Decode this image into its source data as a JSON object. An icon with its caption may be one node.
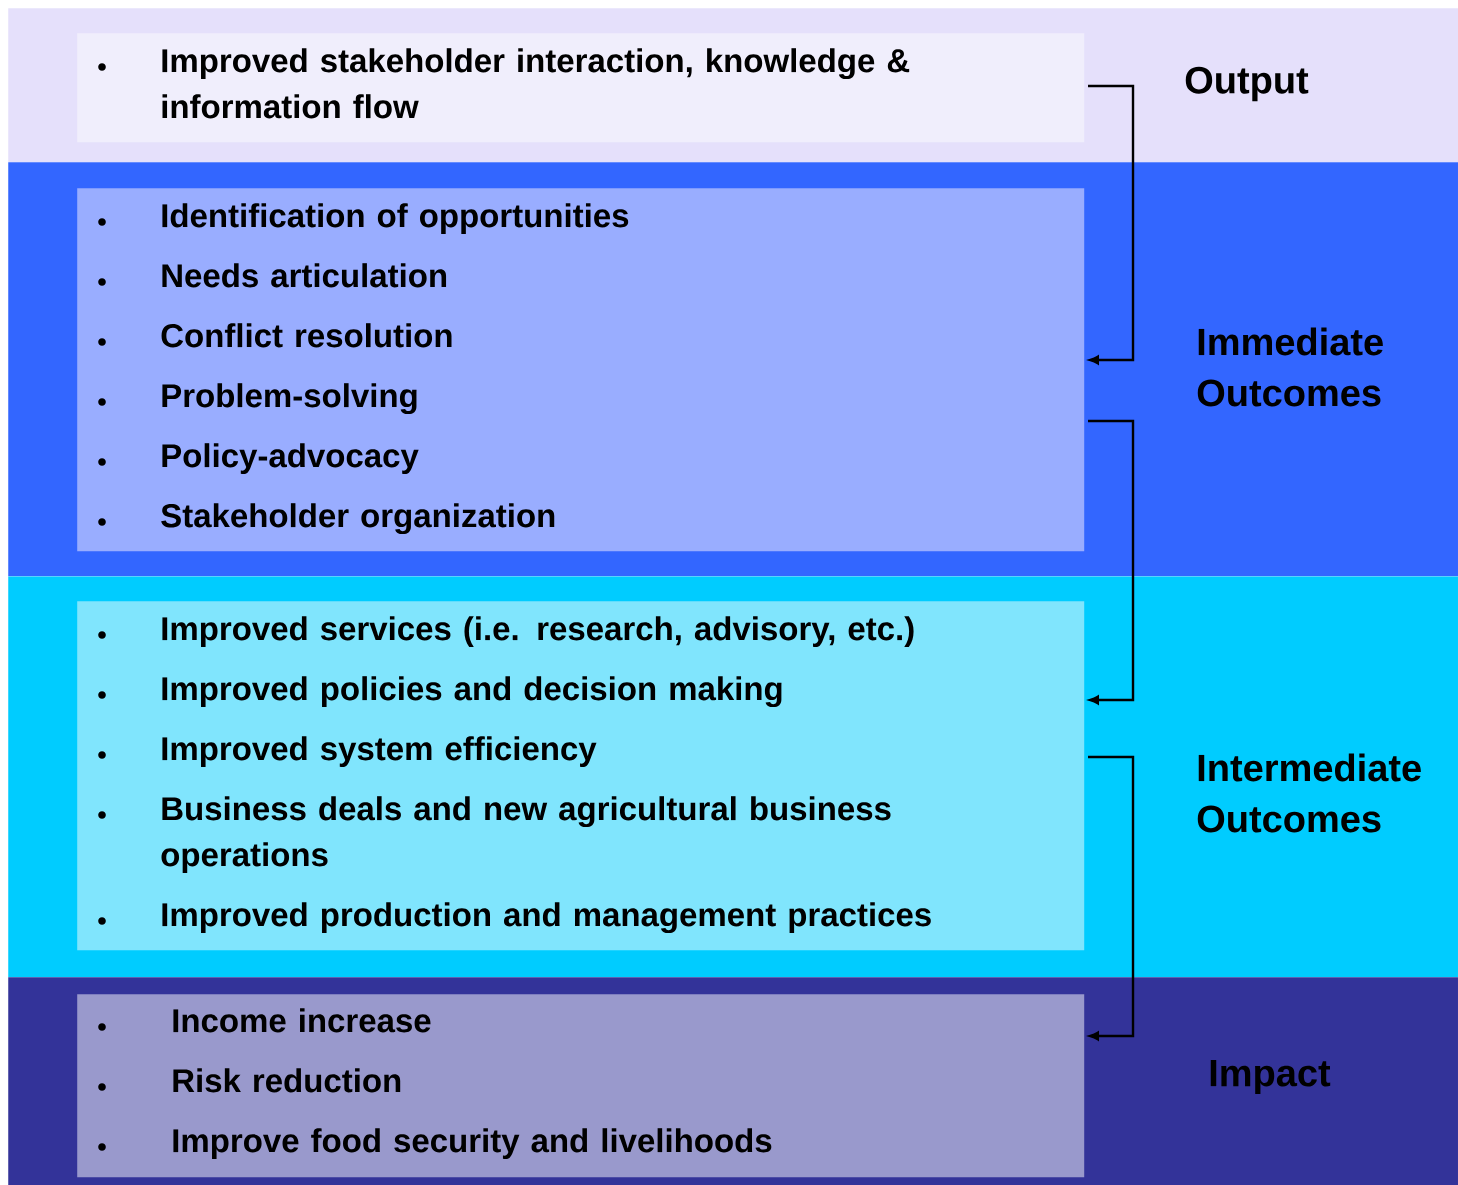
{
  "diagram": {
    "nodes": [
      {
        "text": [
          "Output"
        ]
      },
      {
        "text": [
          "Improved stakeholder interaction, knowledge & information flow"
        ],
        "in": 0
      },
      {
        "text": [
          "Immediate Outcomes"
        ]
      },
      {
        "text": [
          "Identification of opportunities",
          "Needs articulation",
          "Conflict resolution",
          "Problem-solving",
          "Policy-advocacy",
          "Stakeholder organization"
        ],
        "in": 2
      },
      {
        "text": [
          "Intermediate Outcomes"
        ]
      },
      {
        "text": [
          "Improved services (i.e. research, advisory, etc.)",
          "Improved policies and decision making",
          "Improved system efficiency",
          "Business deals and new agricultural business operations",
          "Improved production and management practices"
        ],
        "in": 4
      },
      {
        "text": [
          "Impact"
        ]
      },
      {
        "text": [
          "Income increase",
          "Risk reduction",
          "Improve food security and livelihoods"
        ],
        "in": 6
      }
    ],
    "edges": [
      {
        "from": 1,
        "to": 3,
        "arrow": "to"
      },
      {
        "from": 3,
        "to": 5,
        "arrow": "to"
      },
      {
        "from": 5,
        "to": 7,
        "arrow": "to"
      }
    ]
  }
}
